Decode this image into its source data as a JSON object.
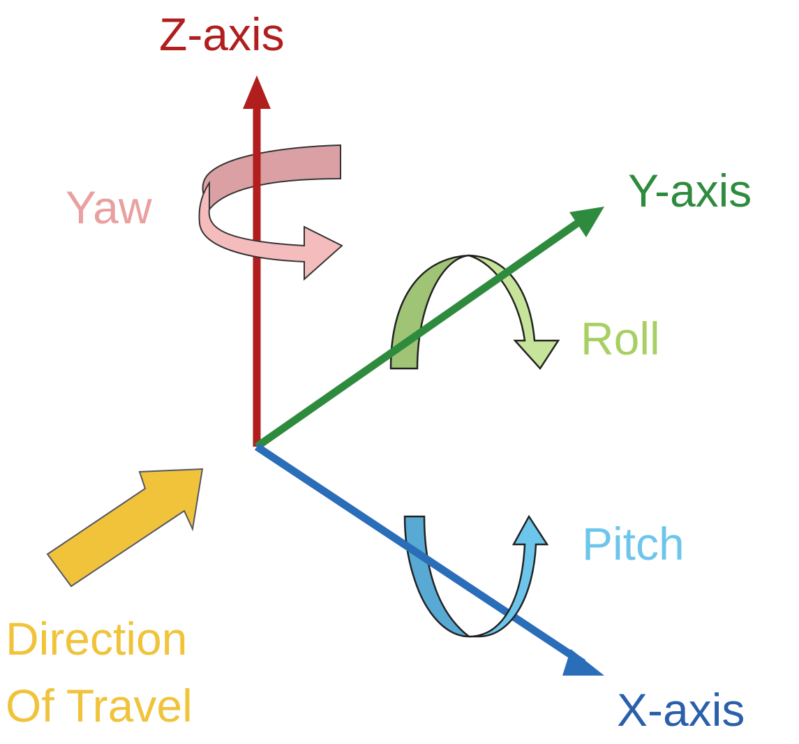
{
  "axes": {
    "z": {
      "label": "Z-axis",
      "color": "#b01e1e"
    },
    "y": {
      "label": "Y-axis",
      "color": "#2e8b3e"
    },
    "x": {
      "label": "X-axis",
      "color": "#2a6db8"
    }
  },
  "rotations": {
    "yaw": {
      "label": "Yaw",
      "color": "#e9a0a0",
      "fill": "#f2b8b8"
    },
    "roll": {
      "label": "Roll",
      "color": "#a8cf62",
      "fill": "#c6e59a"
    },
    "pitch": {
      "label": "Pitch",
      "color": "#6cc6ec",
      "fill": "#62b8e2"
    }
  },
  "travel": {
    "line1": "Direction",
    "line2": "Of Travel",
    "color": "#f0c33a"
  }
}
